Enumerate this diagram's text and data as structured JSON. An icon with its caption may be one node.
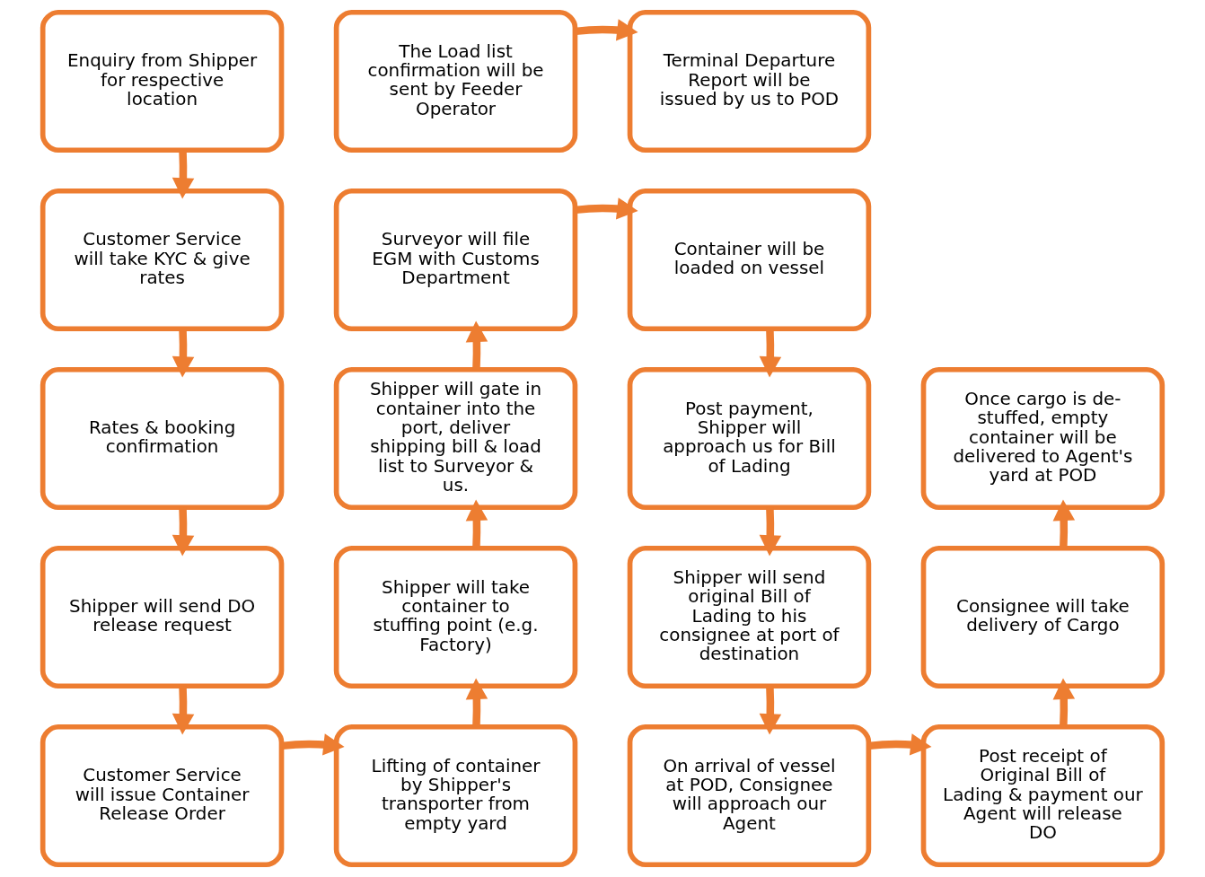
{
  "diagram": {
    "nodes": [
      {
        "text": [
          "Enquiry from Shipper for respective location"
        ]
      },
      {
        "text": [
          "The Load list confirmation will be sent by Feeder Operator"
        ]
      },
      {
        "text": [
          "Terminal Departure Report will be issued by us to POD"
        ]
      },
      {
        "text": [
          "Customer Service will take KYC & give rates"
        ]
      },
      {
        "text": [
          "Surveyor will file EGM with Customs Department"
        ]
      },
      {
        "text": [
          "Container will be loaded on vessel"
        ]
      },
      {
        "text": [
          "Rates & booking confirmation"
        ]
      },
      {
        "text": [
          "Shipper will gate in container into the port, deliver shipping bill & load list to Surveyor & us."
        ]
      },
      {
        "text": [
          "Post payment, Shipper will approach us for Bill of Lading"
        ]
      },
      {
        "text": [
          "Once cargo is de-stuffed, empty container will be delivered to Agent's yard at POD"
        ]
      },
      {
        "text": [
          "Shipper will send DO release request"
        ]
      },
      {
        "text": [
          "Shipper will take container to stuffing point (e.g. Factory)"
        ]
      },
      {
        "text": [
          "Shipper will send original Bill of Lading to his consignee at port of destination"
        ]
      },
      {
        "text": [
          "Consignee will take delivery of Cargo"
        ]
      },
      {
        "text": [
          "Customer Service will issue Container Release Order"
        ]
      },
      {
        "text": [
          "Lifting of container by Shipper's transporter from empty yard"
        ]
      },
      {
        "text": [
          "On arrival of vessel at POD, Consignee will approach our Agent"
        ]
      },
      {
        "text": [
          "Post receipt of Original Bill of Lading & payment our Agent will release DO"
        ]
      }
    ],
    "edges": [
      {
        "from": 0,
        "to": 3,
        "arrow": "to"
      },
      {
        "from": 3,
        "to": 6,
        "arrow": "to"
      },
      {
        "from": 6,
        "to": 10,
        "arrow": "to"
      },
      {
        "from": 10,
        "to": 14,
        "arrow": "to"
      },
      {
        "from": 14,
        "to": 15,
        "arrow": "to"
      },
      {
        "from": 15,
        "to": 11,
        "arrow": "to"
      },
      {
        "from": 11,
        "to": 7,
        "arrow": "to"
      },
      {
        "from": 7,
        "to": 4,
        "arrow": "to"
      },
      {
        "from": 4,
        "to": 5,
        "arrow": "to"
      },
      {
        "from": 1,
        "to": 2,
        "arrow": "to"
      },
      {
        "from": 5,
        "to": 8,
        "arrow": "to"
      },
      {
        "from": 8,
        "to": 12,
        "arrow": "to"
      },
      {
        "from": 12,
        "to": 16,
        "arrow": "to"
      },
      {
        "from": 16,
        "to": 17,
        "arrow": "to"
      },
      {
        "from": 17,
        "to": 13,
        "arrow": "to"
      },
      {
        "from": 13,
        "to": 9,
        "arrow": "to"
      }
    ]
  }
}
